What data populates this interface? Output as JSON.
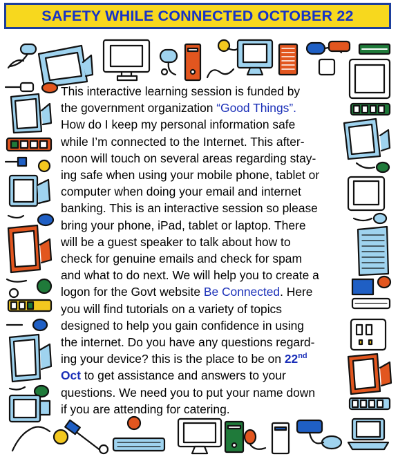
{
  "header": {
    "title": "SAFETY WHILE CONNECTED OCTOBER 22"
  },
  "body": {
    "lines": [
      "This interactive learning session is funded by",
      "the government organization ",
      "How do I keep my personal information safe",
      "while I’m connected to the Internet. This after-",
      "noon will touch on several areas regarding stay-",
      "ing safe when using your mobile phone, tablet or",
      "computer when doing your email and internet",
      "banking. This is an interactive session so please",
      "bring your phone, iPad, tablet or laptop. There",
      "will be a guest speaker to talk about how to",
      "check for genuine emails and check for spam",
      "and what to do next. We will help you to create a",
      "logon for the Govt website ",
      "you will find tutorials on a variety of topics",
      "designed to help you gain confidence in using",
      "the internet. Do you have any questions regard-",
      "ing your   device? this is the place to be on ",
      " to get assistance and  answers to your",
      "questions. We need you to put your name down",
      "if you are   attending for catering."
    ],
    "org_name": "“Good Things”.",
    "website_name": "Be Connected",
    "after_website": ". Here",
    "date_day": "22",
    "date_suffix": "nd",
    "date_month": "Oct"
  },
  "colors": {
    "title_background": "#f7d81e",
    "title_border": "#1c3e9c",
    "title_text": "#1633c7",
    "highlight_text": "#1a2fb8",
    "icon_blue": "#9fd3ef",
    "icon_orange": "#e2561f",
    "icon_green": "#1f7a3a",
    "icon_yellow": "#f3c81f"
  },
  "border_icons": [
    "computer-mouse-icon",
    "monitor-icon",
    "keyboard-icon",
    "computer-tower-icon",
    "usb-plug-icon",
    "laptop-icon",
    "cable-icon"
  ]
}
